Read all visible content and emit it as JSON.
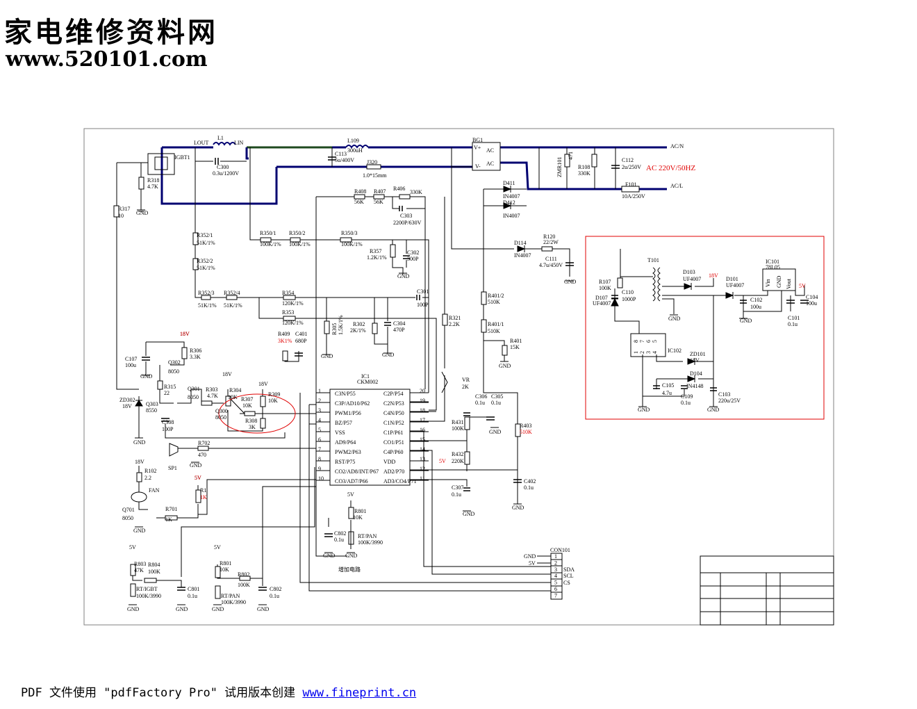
{
  "header": {
    "title_cn": "家电维修资料网",
    "url": "www.520101.com"
  },
  "footer": {
    "text": "PDF 文件使用 \"pdfFactory Pro\" 试用版本创建 ",
    "link": "www.fineprint.cn"
  },
  "colors": {
    "wire": "#000000",
    "bus": "#000070",
    "choke": "#1e4a1e",
    "accent": "#e00000",
    "frame": "#808080"
  },
  "main_power": {
    "ac_label": "AC 220V/50HZ",
    "acn": "AC/N",
    "acl": "AC/L"
  },
  "ic1": {
    "ref": "IC1",
    "part": "CKM002",
    "left_pins": [
      {
        "num": "1",
        "name": "C3N/P55"
      },
      {
        "num": "2",
        "name": "C3P/AD10/P62"
      },
      {
        "num": "3",
        "name": "PWM1/P56"
      },
      {
        "num": "4",
        "name": "BZ/P57"
      },
      {
        "num": "5",
        "name": "VSS"
      },
      {
        "num": "6",
        "name": "AD9/P64"
      },
      {
        "num": "7",
        "name": "PWM2/P63"
      },
      {
        "num": "8",
        "name": "RST/P75"
      },
      {
        "num": "9",
        "name": "CO2/AD8/INT/P67"
      },
      {
        "num": "10",
        "name": "CO3/AD7/P66"
      }
    ],
    "right_pins": [
      {
        "num": "20",
        "name": "C2P/P54"
      },
      {
        "num": "19",
        "name": "C2N/P53"
      },
      {
        "num": "18",
        "name": "C4N/P50"
      },
      {
        "num": "17",
        "name": "C1N/P52"
      },
      {
        "num": "16",
        "name": "C1P/P61"
      },
      {
        "num": "15",
        "name": "CO1/P51"
      },
      {
        "num": "14",
        "name": "C4P/P60"
      },
      {
        "num": "13",
        "name": "VDD"
      },
      {
        "num": "12",
        "name": "AD2/P70"
      },
      {
        "num": "11",
        "name": "AD3/CO4/P71"
      }
    ]
  },
  "con101": {
    "ref": "CON101",
    "pins": [
      "1",
      "2",
      "3",
      "4",
      "5",
      "6",
      "7"
    ],
    "signals": [
      "SDA",
      "SCL",
      "CS"
    ],
    "side": [
      "GND",
      "5V"
    ]
  },
  "ic101": {
    "ref": "IC101",
    "part": "78L05",
    "pins": [
      "Vin",
      "GND",
      "Vout"
    ]
  },
  "ic102": {
    "ref": "IC102",
    "pins_top": [
      "8",
      "7",
      "6",
      "5"
    ],
    "pins_bottom": [
      "1",
      "2",
      "3",
      "4"
    ]
  },
  "labels": [
    {
      "t": "LOUT"
    },
    {
      "t": "L1"
    },
    {
      "t": "LIN"
    },
    {
      "t": "IGBT1"
    },
    {
      "t": "C300"
    },
    {
      "t": "0.3u/1200V"
    },
    {
      "t": "L109"
    },
    {
      "t": "300uH"
    },
    {
      "t": "C113"
    },
    {
      "t": "5u/400V"
    },
    {
      "t": "J320"
    },
    {
      "t": "1.0*15mm"
    },
    {
      "t": "BG1"
    },
    {
      "t": "V+"
    },
    {
      "t": "V-"
    },
    {
      "t": "AC"
    },
    {
      "t": "AC"
    },
    {
      "t": "ZMR101"
    },
    {
      "t": "471"
    },
    {
      "t": "R108"
    },
    {
      "t": "330K"
    },
    {
      "t": "C112"
    },
    {
      "t": "2u/250V"
    },
    {
      "t": "F101"
    },
    {
      "t": "10A/250V"
    },
    {
      "t": "R318"
    },
    {
      "t": "4.7K"
    },
    {
      "t": "GND"
    },
    {
      "t": "R317"
    },
    {
      "t": "10"
    },
    {
      "t": "R408"
    },
    {
      "t": "56K"
    },
    {
      "t": "R407"
    },
    {
      "t": "56K"
    },
    {
      "t": "R406"
    },
    {
      "t": "330K"
    },
    {
      "t": "C303"
    },
    {
      "t": "2200P/630V"
    },
    {
      "t": "D411"
    },
    {
      "t": "IN4007"
    },
    {
      "t": "D412"
    },
    {
      "t": "IN4007"
    },
    {
      "t": "R352/1"
    },
    {
      "t": "51K/1%"
    },
    {
      "t": "R352/2"
    },
    {
      "t": "51K/1%"
    },
    {
      "t": "R352/3"
    },
    {
      "t": "51K/1%"
    },
    {
      "t": "R352/4"
    },
    {
      "t": "51K/1%"
    },
    {
      "t": "R350/1"
    },
    {
      "t": "100K/1%"
    },
    {
      "t": "R350/2"
    },
    {
      "t": "100K/1%"
    },
    {
      "t": "R350/3"
    },
    {
      "t": "100K/1%"
    },
    {
      "t": "R357"
    },
    {
      "t": "1.2K/1%"
    },
    {
      "t": "C302"
    },
    {
      "t": "300P"
    },
    {
      "t": "GND"
    },
    {
      "t": "D114"
    },
    {
      "t": "IN4007"
    },
    {
      "t": "R120"
    },
    {
      "t": "22/2W"
    },
    {
      "t": "C111"
    },
    {
      "t": "4.7u/450V"
    },
    {
      "t": "GND"
    },
    {
      "t": "R354"
    },
    {
      "t": "120K/1%"
    },
    {
      "t": "C301"
    },
    {
      "t": "100P"
    },
    {
      "t": "R353"
    },
    {
      "t": "120K/1%"
    },
    {
      "t": "R305"
    },
    {
      "t": "1.5K/1%"
    },
    {
      "t": "R302"
    },
    {
      "t": "2K/1%"
    },
    {
      "t": "C304"
    },
    {
      "t": "470P"
    },
    {
      "t": "GND"
    },
    {
      "t": "R321"
    },
    {
      "t": "2.2K"
    },
    {
      "t": "R401/2"
    },
    {
      "t": "510K"
    },
    {
      "t": "R401/1"
    },
    {
      "t": "510K"
    },
    {
      "t": "R401"
    },
    {
      "t": "15K"
    },
    {
      "t": "GND"
    },
    {
      "t": "R409"
    },
    {
      "t": "C401"
    },
    {
      "t": "680P"
    },
    {
      "t": "GND"
    },
    {
      "t": "18V"
    },
    {
      "t": "R306"
    },
    {
      "t": "3.3K"
    },
    {
      "t": "C107"
    },
    {
      "t": "100u"
    },
    {
      "t": "Q302"
    },
    {
      "t": "8050"
    },
    {
      "t": "GND"
    },
    {
      "t": "R315"
    },
    {
      "t": "22"
    },
    {
      "t": "Q303"
    },
    {
      "t": "8550"
    },
    {
      "t": "ZD302"
    },
    {
      "t": "18V"
    },
    {
      "t": "C308"
    },
    {
      "t": "100P"
    },
    {
      "t": "GND"
    },
    {
      "t": "Q301"
    },
    {
      "t": "8050"
    },
    {
      "t": "R303"
    },
    {
      "t": "4.7K"
    },
    {
      "t": "18V"
    },
    {
      "t": "R304"
    },
    {
      "t": "10K"
    },
    {
      "t": "R307"
    },
    {
      "t": "10K"
    },
    {
      "t": "Q300"
    },
    {
      "t": "8050"
    },
    {
      "t": "R308"
    },
    {
      "t": "3K"
    },
    {
      "t": "18V"
    },
    {
      "t": "R309"
    },
    {
      "t": "10K"
    },
    {
      "t": "R702"
    },
    {
      "t": "470"
    },
    {
      "t": "SP1"
    },
    {
      "t": "GND"
    },
    {
      "t": "18V"
    },
    {
      "t": "R102"
    },
    {
      "t": "2.2"
    },
    {
      "t": "FAN"
    },
    {
      "t": "Q701"
    },
    {
      "t": "8050"
    },
    {
      "t": "GND"
    },
    {
      "t": "R701"
    },
    {
      "t": "1K"
    },
    {
      "t": "5V"
    },
    {
      "t": "R1"
    },
    {
      "t": "VR"
    },
    {
      "t": "2K"
    },
    {
      "t": "C306"
    },
    {
      "t": "0.1u"
    },
    {
      "t": "C305"
    },
    {
      "t": "0.1u"
    },
    {
      "t": "GND"
    },
    {
      "t": "R431"
    },
    {
      "t": "100K"
    },
    {
      "t": "R432"
    },
    {
      "t": "220K"
    },
    {
      "t": "C307"
    },
    {
      "t": "0.1u"
    },
    {
      "t": "GND"
    },
    {
      "t": "R403"
    },
    {
      "t": "C402"
    },
    {
      "t": "0.1u"
    },
    {
      "t": "GND"
    },
    {
      "t": "5V"
    },
    {
      "t": "R801"
    },
    {
      "t": "10K"
    },
    {
      "t": "C802"
    },
    {
      "t": "0.1u"
    },
    {
      "t": "RT/PAN"
    },
    {
      "t": "100K/3990"
    },
    {
      "t": "GND"
    },
    {
      "t": "GND"
    },
    {
      "t": "增加电路"
    },
    {
      "t": "5V"
    },
    {
      "t": "R803"
    },
    {
      "t": "47K"
    },
    {
      "t": "R804"
    },
    {
      "t": "100K"
    },
    {
      "t": "RT/IGBT"
    },
    {
      "t": "100K/3990"
    },
    {
      "t": "GND"
    },
    {
      "t": "C801"
    },
    {
      "t": "0.1u"
    },
    {
      "t": "GND"
    },
    {
      "t": "5V"
    },
    {
      "t": "R801"
    },
    {
      "t": "10K"
    },
    {
      "t": "R802"
    },
    {
      "t": "100K"
    },
    {
      "t": "RT/PAN"
    },
    {
      "t": "100K/3990"
    },
    {
      "t": "GND"
    },
    {
      "t": "C802"
    },
    {
      "t": "0.1u"
    },
    {
      "t": "GND"
    },
    {
      "t": "T101"
    },
    {
      "t": "R107"
    },
    {
      "t": "100K"
    },
    {
      "t": "D107"
    },
    {
      "t": "UF4007"
    },
    {
      "t": "C110"
    },
    {
      "t": "1000P"
    },
    {
      "t": "GND"
    },
    {
      "t": "D103"
    },
    {
      "t": "UF4007"
    },
    {
      "t": "18V"
    },
    {
      "t": "D101"
    },
    {
      "t": "UF4007"
    },
    {
      "t": "C102"
    },
    {
      "t": "100u"
    },
    {
      "t": "GND"
    },
    {
      "t": "5V"
    },
    {
      "t": "C104"
    },
    {
      "t": "100u"
    },
    {
      "t": "C101"
    },
    {
      "t": "0.1u"
    },
    {
      "t": "ZD101"
    },
    {
      "t": "18V"
    },
    {
      "t": "D104"
    },
    {
      "t": "IN4148"
    },
    {
      "t": "C105"
    },
    {
      "t": "4.7u"
    },
    {
      "t": "C109"
    },
    {
      "t": "0.1u"
    },
    {
      "t": "C103"
    },
    {
      "t": "220u/25V"
    },
    {
      "t": "GND"
    },
    {
      "t": "GND"
    }
  ],
  "red_labels": [
    {
      "t": "3K1%"
    },
    {
      "t": "1K"
    },
    {
      "t": "5V"
    },
    {
      "t": "510K"
    },
    {
      "t": "18V"
    },
    {
      "t": "5V"
    }
  ]
}
